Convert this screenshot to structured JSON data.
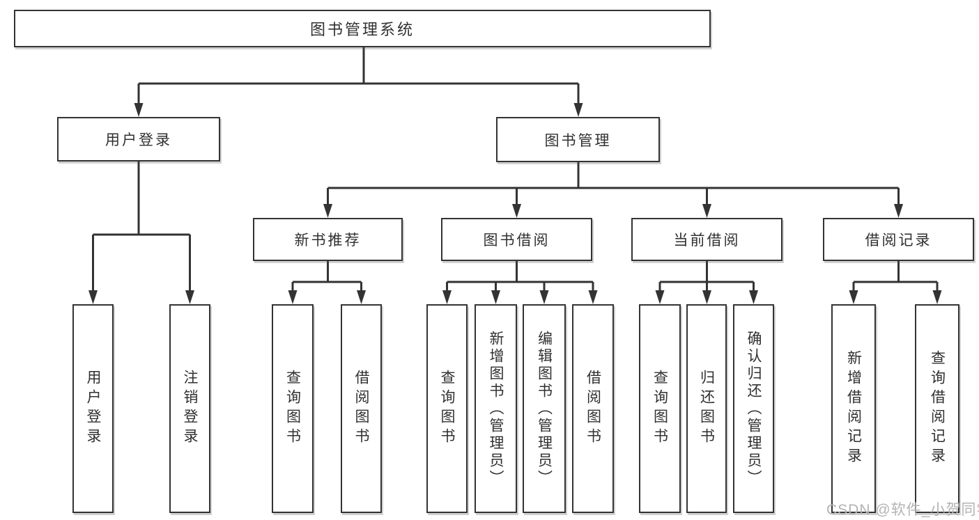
{
  "diagram": {
    "nodes": {
      "root": "图书管理系统",
      "user_login": "用户登录",
      "book_management": "图书管理",
      "new_book_recommend": "新书推荐",
      "book_borrow": "图书借阅",
      "current_borrow": "当前借阅",
      "borrow_record": "借阅记录",
      "leaf_user_login": "用户登录",
      "leaf_logout": "注销登录",
      "nbr_query_book": "查询图书",
      "nbr_borrow_book": "借阅图书",
      "bb_query_book": "查询图书",
      "bb_add_book": "新增图书（管理员）",
      "bb_edit_book": "编辑图书（管理员）",
      "bb_borrow_book": "借阅图书",
      "cb_query_book": "查询图书",
      "cb_return_book": "归还图书",
      "cb_confirm_return": "确认归还（管理员）",
      "br_add_record": "新增借阅记录",
      "br_query_record": "查询借阅记录"
    },
    "colors": {
      "line": "#333333",
      "box_border": "#333333",
      "text": "#303030",
      "watermark": "#b5b2b2",
      "background": "#ffffff"
    },
    "watermark": "CSDN @软件_小贺同学"
  }
}
